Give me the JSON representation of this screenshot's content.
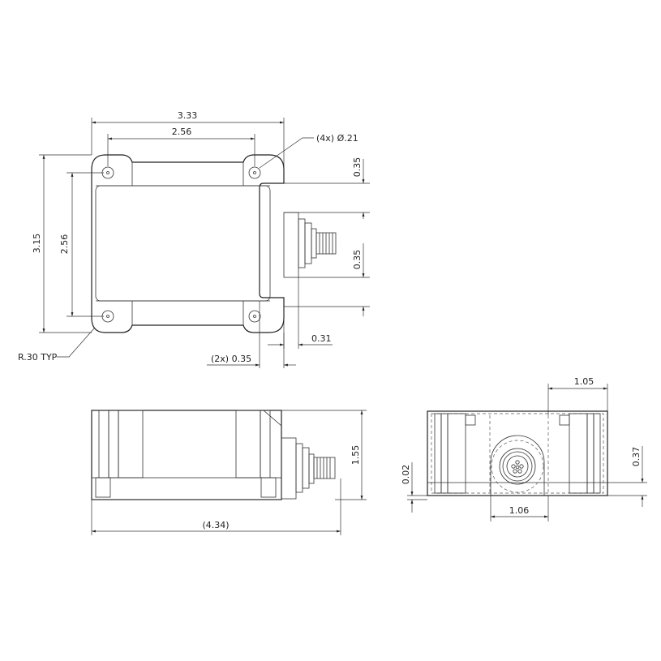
{
  "drawing": {
    "colors": {
      "line": "#222222",
      "background": "#ffffff"
    },
    "top_view": {
      "overall_width": "3.33",
      "hole_spacing_x": "2.56",
      "hole_callout": "(4x) Ø.21",
      "flange_thickness": "0.35",
      "connector_offset": "0.35",
      "overall_height": "3.15",
      "hole_spacing_y": "2.56",
      "corner_radius": "R.30 TYP",
      "connector_depth": "0.31",
      "flange_overhang": "(2x) 0.35"
    },
    "side_view": {
      "overall_length": "(4.34)",
      "height": "1.55"
    },
    "end_view": {
      "top_offset": "1.05",
      "connector_height": "0.37",
      "base_gap": "0.02",
      "connector_width": "1.06"
    }
  }
}
